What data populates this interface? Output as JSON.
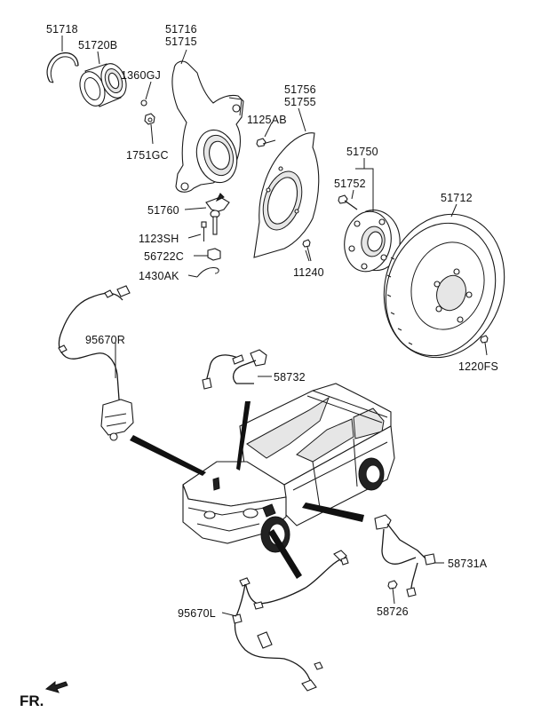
{
  "labels": {
    "p51718": "51718",
    "p51720B": "51720B",
    "p51716": "51716",
    "p51715": "51715",
    "p1360GJ": "1360GJ",
    "p1751GC": "1751GC",
    "p51756": "51756",
    "p51755": "51755",
    "p1125AB": "1125AB",
    "p51750": "51750",
    "p51752": "51752",
    "p51712": "51712",
    "p51760": "51760",
    "p1123SH": "1123SH",
    "p56722C": "56722C",
    "p1430AK": "1430AK",
    "p11240": "11240",
    "p1220FS": "1220FS",
    "p95670R": "95670R",
    "p58732": "58732",
    "p58731A": "58731A",
    "p58726": "58726",
    "p95670L": "95670L",
    "fr": "FR."
  }
}
